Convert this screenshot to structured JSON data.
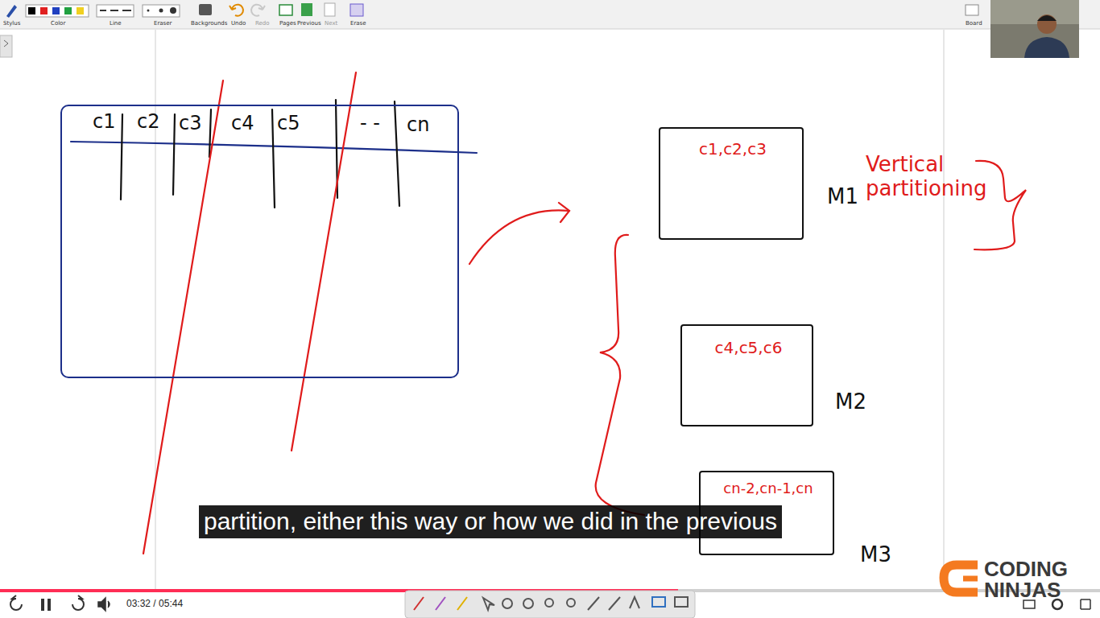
{
  "diagram": {
    "nodes": [
      {
        "text": [
          "c1",
          "c2",
          "c3",
          "c4",
          "c5",
          "- -",
          "cn"
        ]
      },
      {
        "text": [
          "c1,c2,c3",
          "M1"
        ]
      },
      {
        "text": [
          "c4,c5,c6",
          "M2"
        ]
      },
      {
        "text": [
          "cn-2,cn-1,cn",
          "M3"
        ]
      }
    ],
    "labels": [
      "Stylus",
      "Color",
      "Line",
      "Eraser",
      "Backgrounds",
      "Undo",
      "Redo",
      "Pages",
      "Previous",
      "Next",
      "Erase",
      "Board",
      "Vertical partitioning",
      "partition, either this way or how we did in the previous",
      "03:32 / 05:44",
      "CODING",
      "NINJAS"
    ]
  }
}
